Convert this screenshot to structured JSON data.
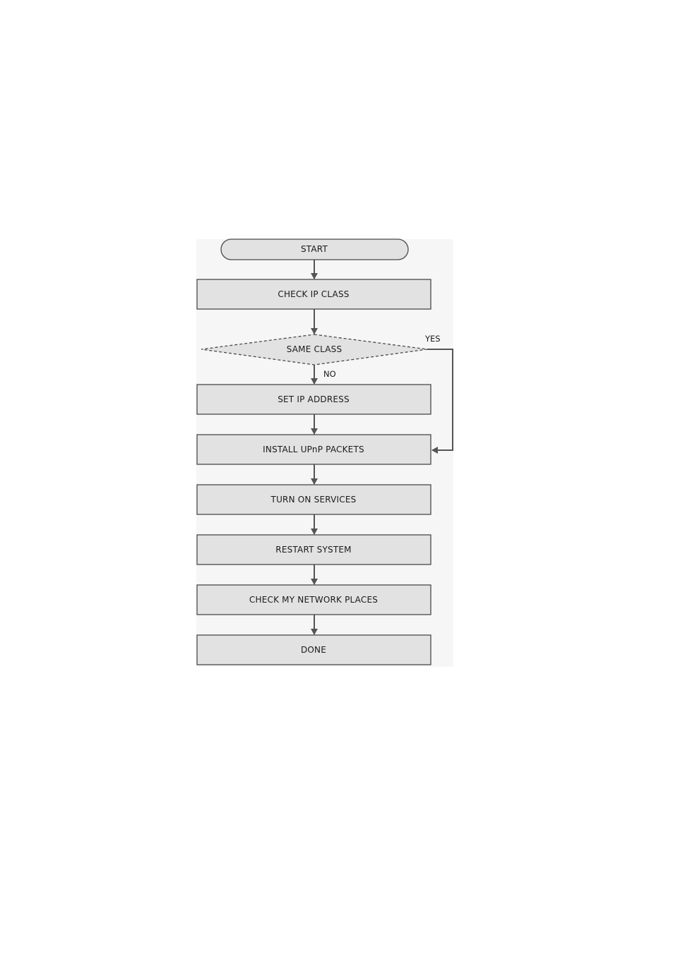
{
  "diagram": {
    "start": "START",
    "check_ip_class": "CHECK IP CLASS",
    "same_class": "SAME CLASS",
    "yes_label": "YES",
    "no_label": "NO",
    "set_ip_address": "SET IP ADDRESS",
    "install_upnp": "INSTALL UPnP PACKETS",
    "turn_on_services": "TURN ON SERVICES",
    "restart_system": "RESTART SYSTEM",
    "check_network_places": "CHECK MY NETWORK PLACES",
    "done": "DONE"
  },
  "colors": {
    "panel_background": "#f6f6f6",
    "node_fill": "#e2e2e2",
    "border": "#4a4a4a",
    "connector": "#555555"
  }
}
